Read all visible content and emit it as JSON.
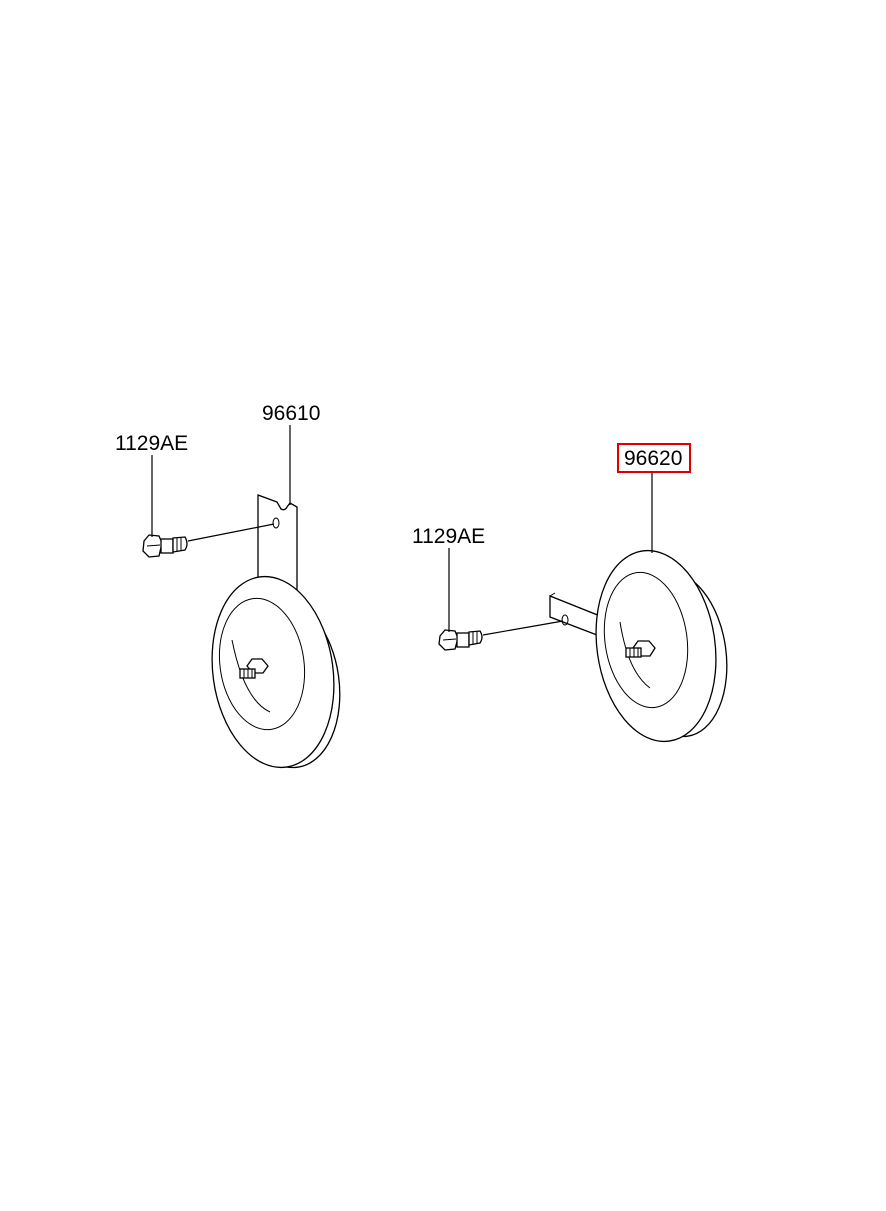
{
  "diagram": {
    "left_assembly": {
      "horn_part_number": "96610",
      "bolt_part_number": "1129AE"
    },
    "right_assembly": {
      "horn_part_number": "96620",
      "bolt_part_number": "1129AE",
      "highlighted": true
    },
    "colors": {
      "line": "#000000",
      "highlight": "#e00000",
      "background": "#ffffff"
    }
  }
}
